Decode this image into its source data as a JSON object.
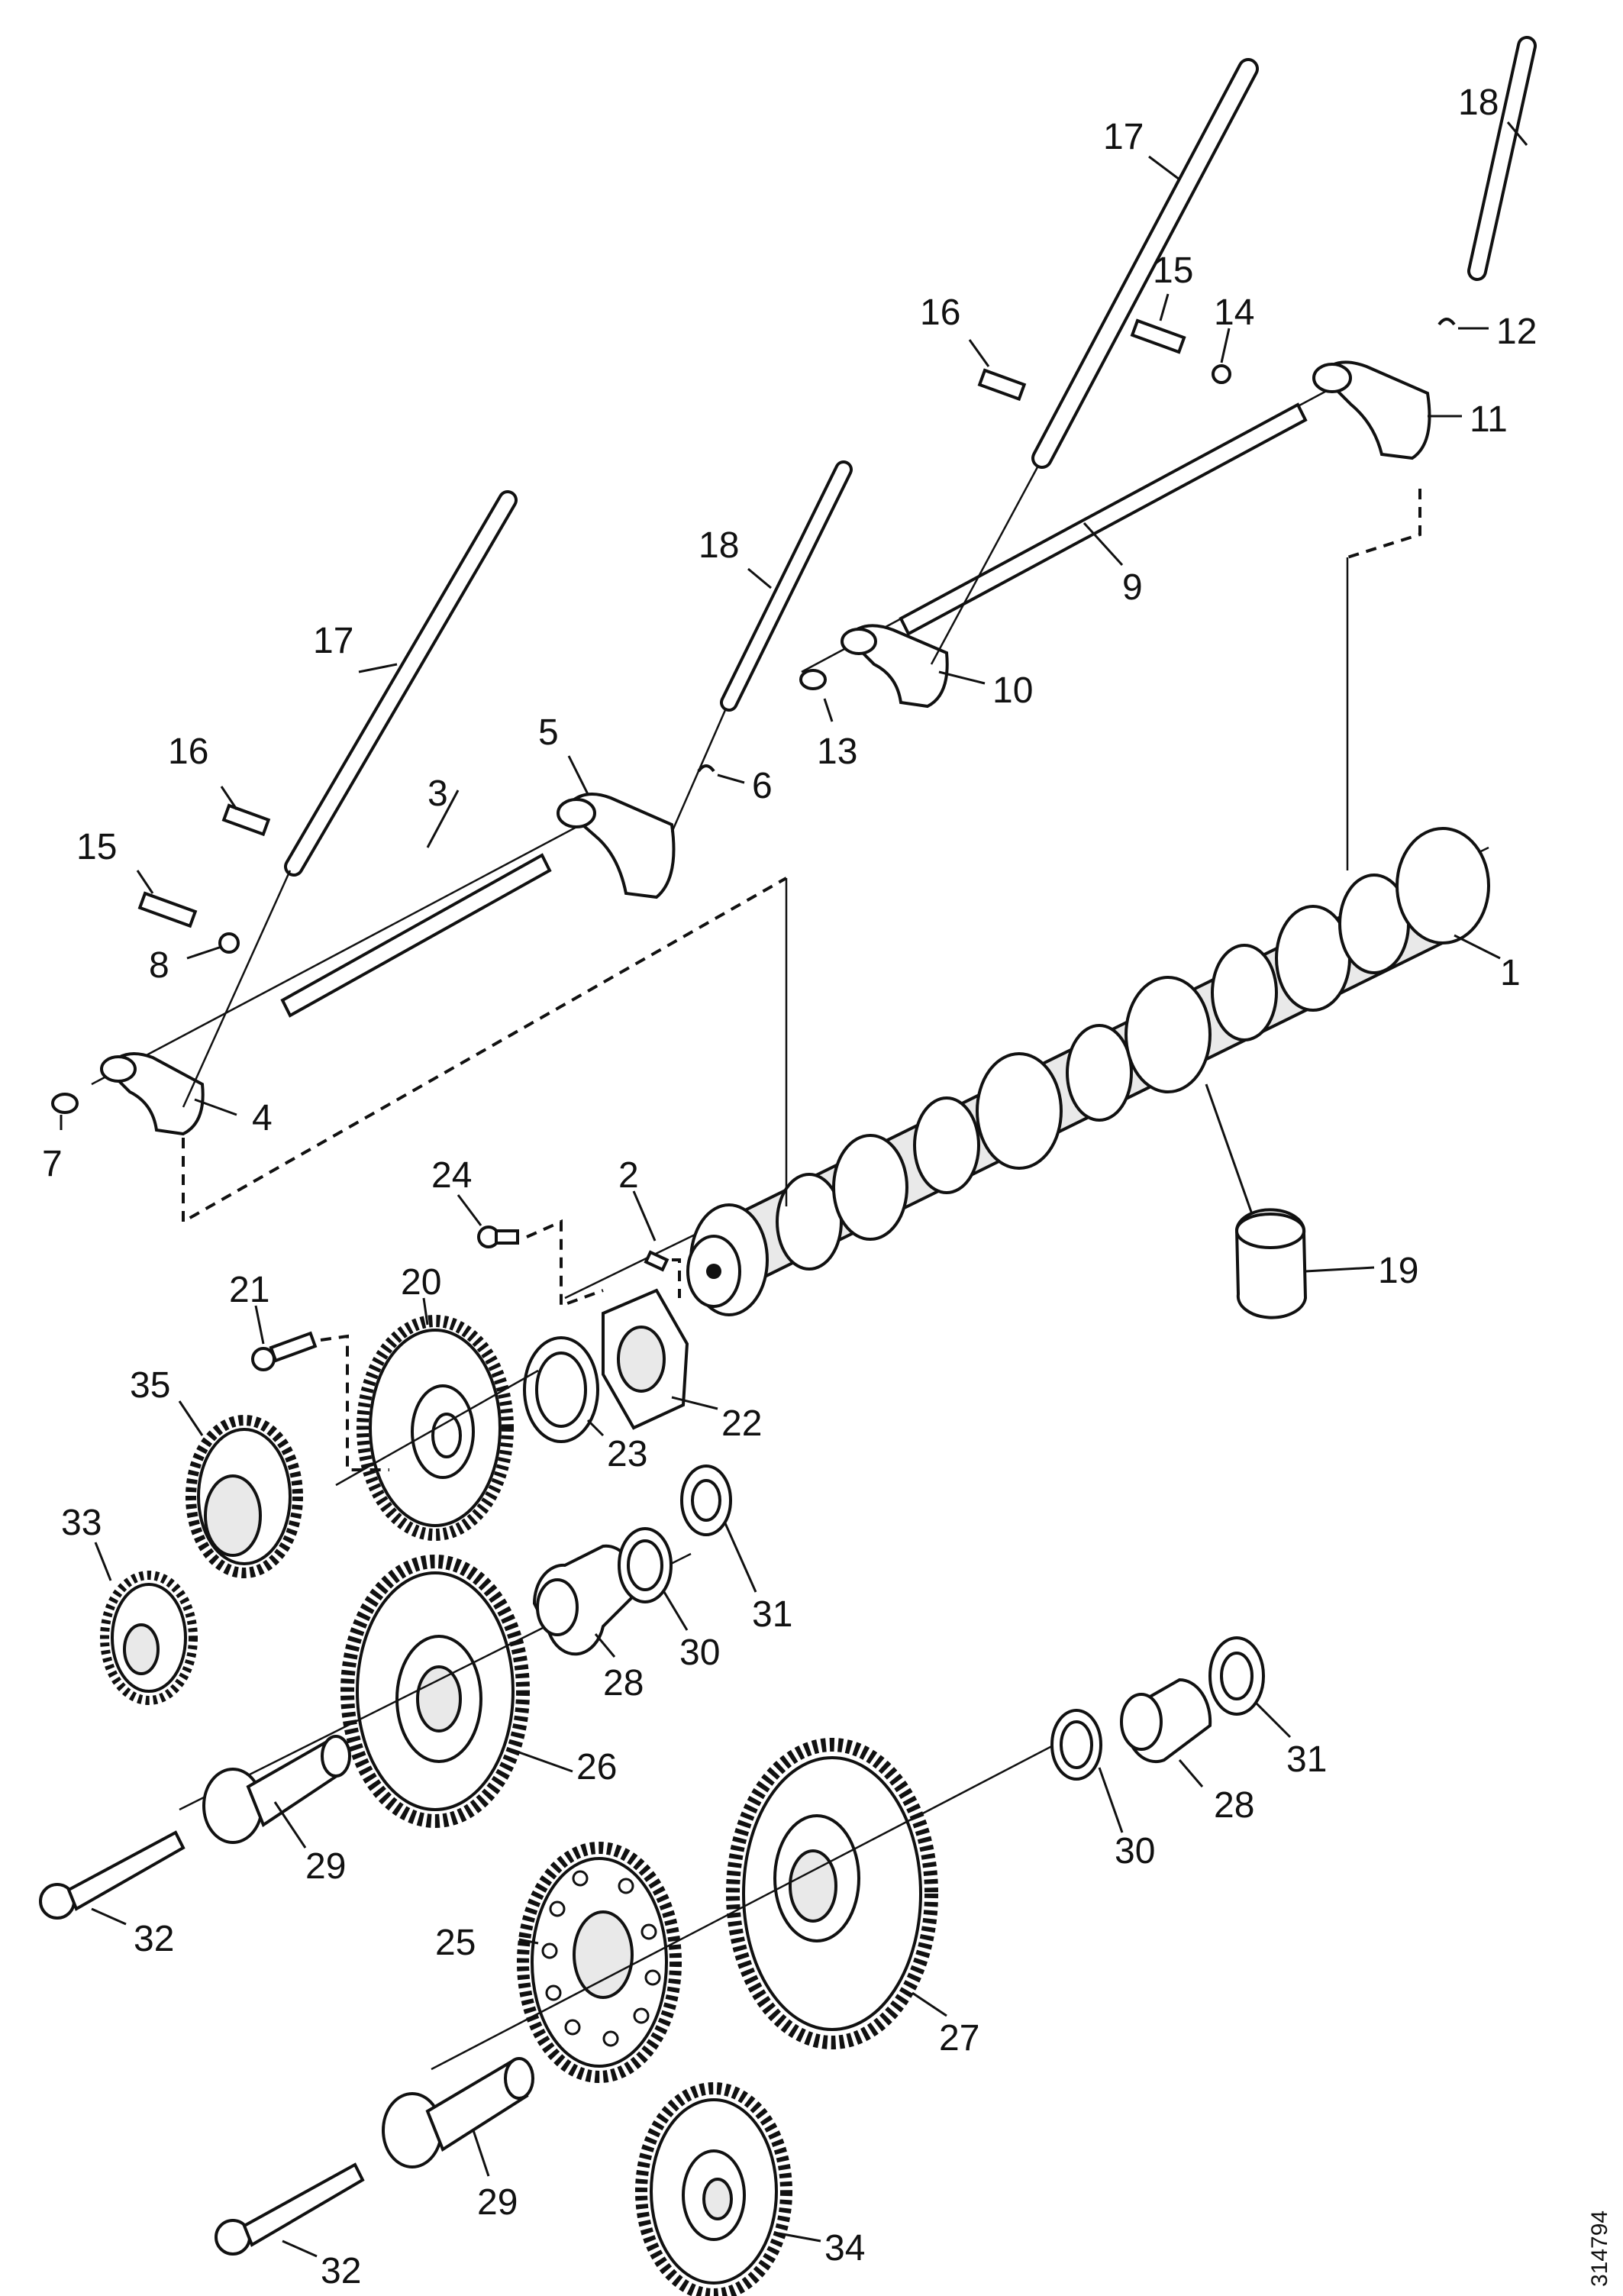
{
  "diagram": {
    "type": "exploded parts diagram",
    "reference_number": "314794",
    "callouts": [
      {
        "id": "c1",
        "label": "1"
      },
      {
        "id": "c2",
        "label": "2"
      },
      {
        "id": "c3",
        "label": "3"
      },
      {
        "id": "c4",
        "label": "4"
      },
      {
        "id": "c5",
        "label": "5"
      },
      {
        "id": "c6",
        "label": "6"
      },
      {
        "id": "c7",
        "label": "7"
      },
      {
        "id": "c8",
        "label": "8"
      },
      {
        "id": "c9",
        "label": "9"
      },
      {
        "id": "c10",
        "label": "10"
      },
      {
        "id": "c11",
        "label": "11"
      },
      {
        "id": "c12",
        "label": "12"
      },
      {
        "id": "c13",
        "label": "13"
      },
      {
        "id": "c14",
        "label": "14"
      },
      {
        "id": "c15a",
        "label": "15"
      },
      {
        "id": "c15b",
        "label": "15"
      },
      {
        "id": "c16a",
        "label": "16"
      },
      {
        "id": "c16b",
        "label": "16"
      },
      {
        "id": "c17a",
        "label": "17"
      },
      {
        "id": "c17b",
        "label": "17"
      },
      {
        "id": "c18a",
        "label": "18"
      },
      {
        "id": "c18b",
        "label": "18"
      },
      {
        "id": "c19",
        "label": "19"
      },
      {
        "id": "c20",
        "label": "20"
      },
      {
        "id": "c21",
        "label": "21"
      },
      {
        "id": "c22",
        "label": "22"
      },
      {
        "id": "c23",
        "label": "23"
      },
      {
        "id": "c24",
        "label": "24"
      },
      {
        "id": "c25",
        "label": "25"
      },
      {
        "id": "c26",
        "label": "26"
      },
      {
        "id": "c27",
        "label": "27"
      },
      {
        "id": "c28a",
        "label": "28"
      },
      {
        "id": "c28b",
        "label": "28"
      },
      {
        "id": "c29a",
        "label": "29"
      },
      {
        "id": "c29b",
        "label": "29"
      },
      {
        "id": "c30a",
        "label": "30"
      },
      {
        "id": "c30b",
        "label": "30"
      },
      {
        "id": "c31a",
        "label": "31"
      },
      {
        "id": "c31b",
        "label": "31"
      },
      {
        "id": "c32a",
        "label": "32"
      },
      {
        "id": "c32b",
        "label": "32"
      },
      {
        "id": "c33",
        "label": "33"
      },
      {
        "id": "c34",
        "label": "34"
      },
      {
        "id": "c35",
        "label": "35"
      }
    ]
  }
}
